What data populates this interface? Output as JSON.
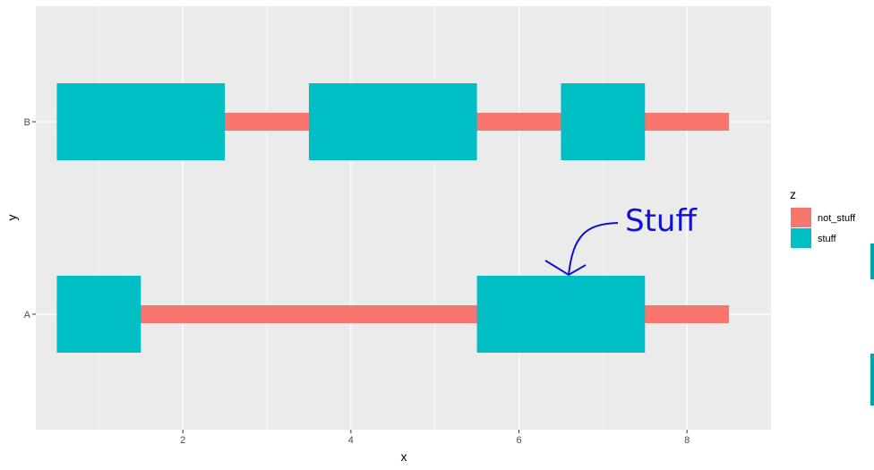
{
  "chart_data": {
    "type": "bar",
    "title": "",
    "xlabel": "x",
    "ylabel": "y",
    "xlim": [
      0.25,
      9.0
    ],
    "x_ticks": [
      2,
      4,
      6,
      8
    ],
    "x_minor_ticks": [
      1,
      3,
      5,
      7
    ],
    "y_categories": [
      "A",
      "B"
    ],
    "grid": true,
    "panel_background": "#ebebeb",
    "legend": {
      "title": "z",
      "placement": "right",
      "entries": [
        {
          "label": "not_stuff",
          "color": "#f8766d"
        },
        {
          "label": "stuff",
          "color": "#00bfc4"
        }
      ]
    },
    "series": [
      {
        "name": "not_stuff",
        "color": "#f8766d",
        "segments": [
          {
            "y": "B",
            "x_start": 0.5,
            "x_end": 8.5
          },
          {
            "y": "A",
            "x_start": 0.5,
            "x_end": 8.5
          }
        ]
      },
      {
        "name": "stuff",
        "color": "#00bfc4",
        "segments": [
          {
            "y": "B",
            "x_start": 0.5,
            "x_end": 2.5
          },
          {
            "y": "B",
            "x_start": 3.5,
            "x_end": 5.5
          },
          {
            "y": "B",
            "x_start": 6.5,
            "x_end": 7.5
          },
          {
            "y": "A",
            "x_start": 0.5,
            "x_end": 1.5
          },
          {
            "y": "A",
            "x_start": 5.5,
            "x_end": 7.5
          }
        ]
      }
    ],
    "annotations": [
      {
        "text": "Stuff",
        "color": "#1010d8",
        "points_to": {
          "x": 6.5,
          "y": "A"
        }
      }
    ]
  }
}
